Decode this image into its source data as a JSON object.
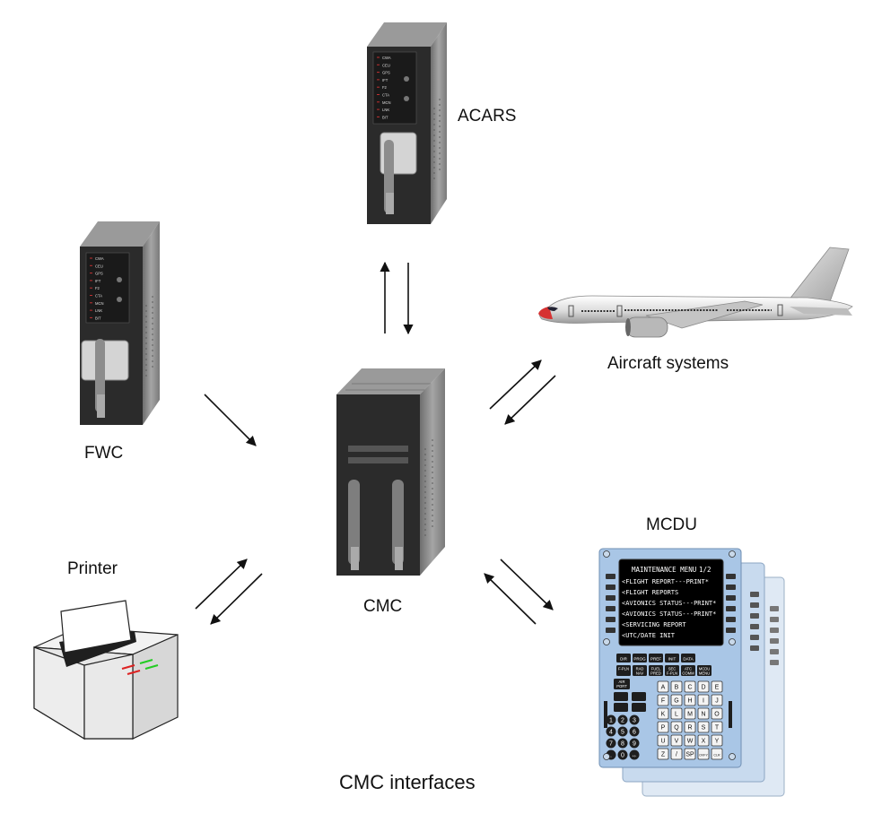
{
  "title": "CMC interfaces",
  "nodes": {
    "acars": {
      "label": "ACARS"
    },
    "fwc": {
      "label": "FWC"
    },
    "cmc": {
      "label": "CMC"
    },
    "aircraft": {
      "label": "Aircraft systems"
    },
    "printer": {
      "label": "Printer"
    },
    "mcdu": {
      "label": "MCDU"
    }
  },
  "lru_panel_labels": [
    "CWA",
    "CEU",
    "GPS",
    "IFT",
    "F2",
    "CTA",
    "MCN",
    "LNK",
    "BIT"
  ],
  "mcdu_screen": {
    "header": "MAINTENANCE MENU",
    "page": "1/2",
    "lines": [
      "<FLIGHT REPORT---PRINT*",
      "<FLIGHT REPORTS",
      "<AVIONICS STATUS---PRINT*",
      "<AVIONICS STATUS---PRINT*",
      "<SERVICING REPORT",
      "<UTC/DATE INIT"
    ]
  },
  "mcdu_function_keys": {
    "row1": [
      "DIR",
      "PROG",
      "PREF",
      "INIT",
      "DATA"
    ],
    "row2": [
      "F-PLN",
      "RAD NAV",
      "FUEL PRED",
      "SEC F-PLN",
      "ATC COMM",
      "MCDU MENU"
    ]
  },
  "mcdu_alpha_keys": [
    [
      "A",
      "B",
      "C",
      "D",
      "E"
    ],
    [
      "F",
      "G",
      "H",
      "I",
      "J"
    ],
    [
      "K",
      "L",
      "M",
      "N",
      "O"
    ],
    [
      "P",
      "Q",
      "R",
      "S",
      "T"
    ],
    [
      "U",
      "V",
      "W",
      "X",
      "Y"
    ],
    [
      "Z",
      "/",
      "SP",
      "OVFY",
      "CLR"
    ]
  ],
  "mcdu_numeric_keys": [
    [
      "1",
      "2",
      "3"
    ],
    [
      "4",
      "5",
      "6"
    ],
    [
      "7",
      "8",
      "9"
    ],
    [
      ".",
      "0",
      "+/-"
    ]
  ],
  "mcdu_side_keys": {
    "airport": "AIR PORT"
  },
  "colors": {
    "lru_body": "#2b2b2b",
    "lru_side": "#8e8e8e",
    "mcdu_bezel": "#a9c6e6",
    "mcdu_screen": "#000000",
    "mcdu_text": "#ffffff",
    "printer_led_green": "#22cc22",
    "printer_led_red": "#dd2222"
  },
  "icons": [
    "lru-box-icon",
    "airplane-icon",
    "printer-icon",
    "mcdu-icon",
    "double-arrow-icon"
  ]
}
